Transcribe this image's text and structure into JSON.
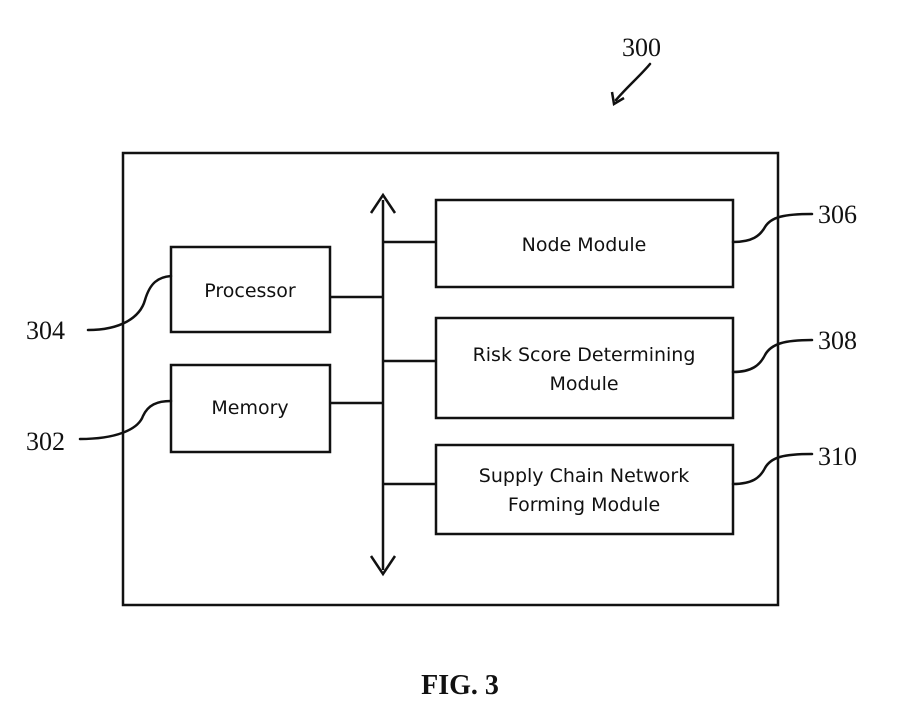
{
  "figure": {
    "reference_number": "300",
    "caption": "FIG. 3"
  },
  "components": {
    "processor": {
      "label": "Processor",
      "ref": "304"
    },
    "memory": {
      "label": "Memory",
      "ref": "302"
    },
    "node_module": {
      "label": "Node Module",
      "ref": "306"
    },
    "risk_module": {
      "label_line1": "Risk Score Determining",
      "label_line2": "Module",
      "ref": "308"
    },
    "supply_module": {
      "label_line1": "Supply Chain Network",
      "label_line2": "Forming Module",
      "ref": "310"
    }
  }
}
